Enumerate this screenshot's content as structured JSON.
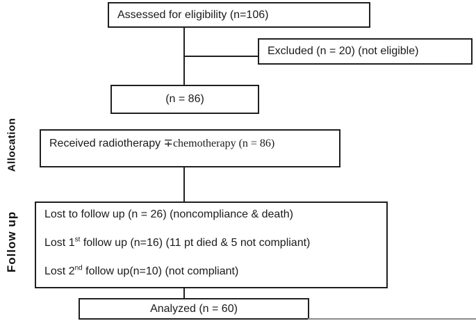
{
  "diagram": {
    "type": "consort-flowchart",
    "colors": {
      "line": "#1f1f1f",
      "background": "#ffffff",
      "bottom_rule": "#8a8a8a"
    },
    "side_labels": {
      "allocation": "Allocation",
      "followup": "Follow up"
    },
    "boxes": {
      "eligibility": {
        "text": "Assessed for eligibility (n=106)"
      },
      "excluded": {
        "text": "Excluded (n = 20) (not eligible)"
      },
      "enrolled_n": {
        "text": "(n = 86)"
      },
      "received": {
        "pre": "Received radiotherapy ",
        "math": "∓chemotherapy (n = 86)"
      },
      "followup": {
        "lines": [
          {
            "pre": "Lost to follow up (n = 26) (noncompliance & death)",
            "sup": "",
            "post": ""
          },
          {
            "pre": "Lost 1",
            "sup": "st",
            "post": " follow up (n=16) (11 pt died & 5 not compliant)"
          },
          {
            "pre": "Lost 2",
            "sup": "nd",
            "post": " follow up(n=10) (not compliant)"
          }
        ]
      },
      "analyzed": {
        "text": "Analyzed (n = 60)"
      }
    }
  }
}
